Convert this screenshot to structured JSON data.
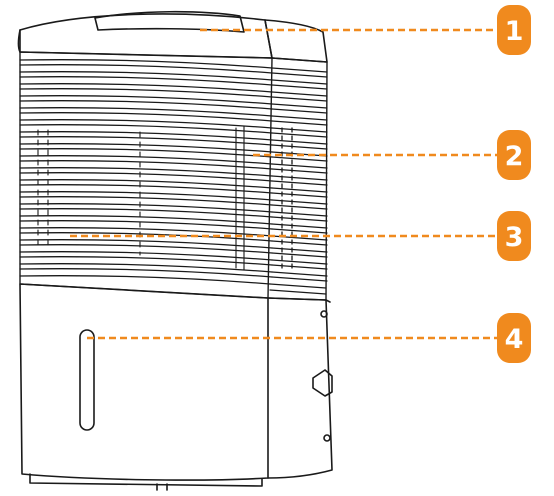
{
  "colors": {
    "accent": "#F08A1E",
    "outline": "#1a1a1a",
    "background": "#ffffff"
  },
  "callouts": [
    {
      "number": "1",
      "target": "top-panel"
    },
    {
      "number": "2",
      "target": "grille-side"
    },
    {
      "number": "3",
      "target": "grille-front"
    },
    {
      "number": "4",
      "target": "water-level-window"
    }
  ]
}
